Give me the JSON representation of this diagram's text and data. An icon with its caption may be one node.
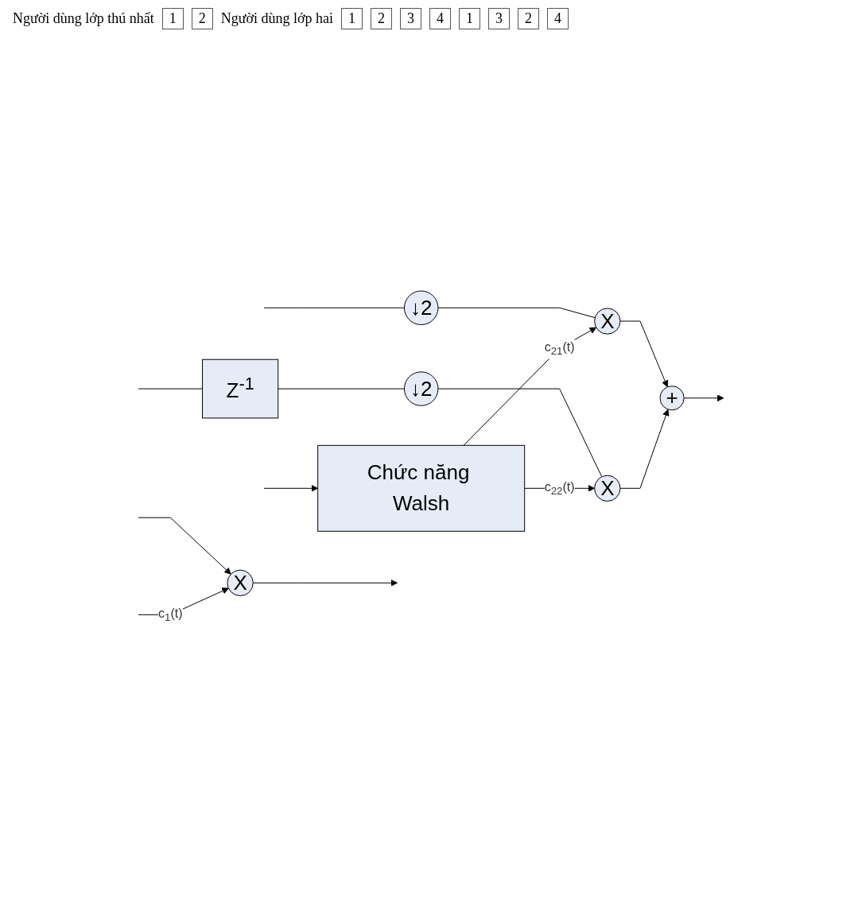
{
  "diagram": {
    "nodes": [
      {
        "text": [
          "X"
        ]
      },
      {
        "text": [
          "↓2"
        ]
      },
      {
        "text": [
          "X"
        ]
      },
      {
        "text": [
          "Z$^{-1}$"
        ]
      },
      {
        "text": [
          "+"
        ]
      },
      {
        "text": [
          "↓2"
        ]
      },
      {
        "text": [
          "X"
        ]
      },
      {
        "text": [
          "Chức năng Walsh"
        ]
      }
    ],
    "edges": [
      {
        "from": null,
        "to": 0,
        "arrow": "to"
      },
      {
        "from": 0,
        "to": null,
        "arrow": "to"
      },
      {
        "from": null,
        "to": 0,
        "arrow": "to",
        "label": "c$_{1}$(t)"
      },
      {
        "from": null,
        "to": 1,
        "arrow": "none"
      },
      {
        "from": null,
        "to": 3,
        "arrow": "none"
      },
      {
        "from": 1,
        "to": 2,
        "arrow": "none"
      },
      {
        "from": 3,
        "to": 5,
        "arrow": "none"
      },
      {
        "from": 5,
        "to": 6,
        "arrow": "none"
      },
      {
        "from": 2,
        "to": 4,
        "arrow": "to"
      },
      {
        "from": 6,
        "to": 4,
        "arrow": "to"
      },
      {
        "from": 4,
        "to": null,
        "arrow": "to"
      },
      {
        "from": 7,
        "to": 2,
        "arrow": "to",
        "label": "c$_{21}$(t)"
      },
      {
        "from": 7,
        "to": 6,
        "arrow": "to",
        "label": "c$_{22}$(t)"
      },
      {
        "from": null,
        "to": 7,
        "arrow": "to"
      }
    ],
    "labels": [
      "Người dùng lớp thú nhất",
      "1",
      "2",
      "Người dùng lớp hai",
      "1",
      "2",
      "3",
      "4",
      "1",
      "3",
      "2",
      "4"
    ]
  }
}
